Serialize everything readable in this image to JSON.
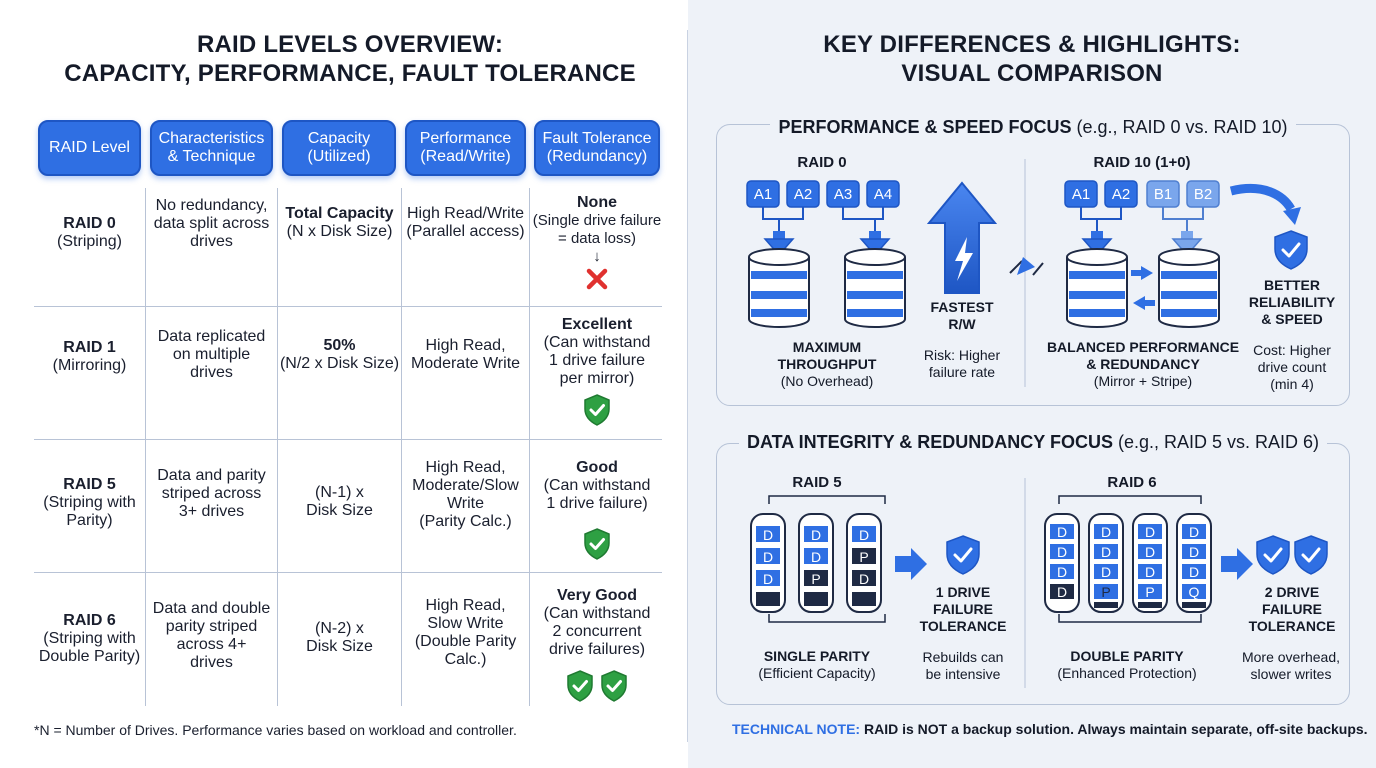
{
  "left": {
    "title_line1": "RAID LEVELS OVERVIEW:",
    "title_line2": "CAPACITY, PERFORMANCE, FAULT TOLERANCE",
    "headers": [
      [
        "RAID Level"
      ],
      [
        "Characteristics",
        "& Technique"
      ],
      [
        "Capacity",
        "(Utilized)"
      ],
      [
        "Performance",
        "(Read/Write)"
      ],
      [
        "Fault Tolerance",
        "(Redundancy)"
      ]
    ],
    "rows": [
      {
        "level": [
          "RAID 0",
          "(Striping)"
        ],
        "characteristics": [
          "No redundancy,",
          "data split across",
          "drives"
        ],
        "capacity_bold": "Total Capacity",
        "capacity": [
          "(N x Disk Size)"
        ],
        "performance": [
          "High Read/Write",
          "(Parallel access)"
        ],
        "fault_bold": "None",
        "fault": [
          "(Single drive failure",
          "= data loss)"
        ],
        "fault_arrow": "↓"
      },
      {
        "level": [
          "RAID 1",
          "(Mirroring)"
        ],
        "characteristics": [
          "Data replicated",
          "on multiple",
          "drives"
        ],
        "capacity_bold": "50%",
        "capacity": [
          "(N/2 x Disk Size)"
        ],
        "performance": [
          "High Read,",
          "Moderate Write"
        ],
        "fault_bold": "Excellent",
        "fault": [
          "(Can withstand",
          "1 drive failure",
          "per mirror)"
        ]
      },
      {
        "level": [
          "RAID 5",
          "(Striping with",
          "Parity)"
        ],
        "characteristics": [
          "Data and parity",
          "striped across",
          "3+ drives"
        ],
        "capacity_bold": "",
        "capacity": [
          "(N-1) x",
          "Disk Size"
        ],
        "performance": [
          "High Read,",
          "Moderate/Slow",
          "Write",
          "(Parity Calc.)"
        ],
        "fault_bold": "Good",
        "fault": [
          "(Can withstand",
          "1 drive failure)"
        ]
      },
      {
        "level": [
          "RAID 6",
          "(Striping with",
          "Double Parity)"
        ],
        "characteristics": [
          "Data and double",
          "parity striped",
          "across 4+",
          "drives"
        ],
        "capacity_bold": "",
        "capacity": [
          "(N-2) x",
          "Disk Size"
        ],
        "performance": [
          "High Read,",
          "Slow Write",
          "(Double Parity",
          "Calc.)"
        ],
        "fault_bold": "Very Good",
        "fault": [
          "(Can withstand",
          "2 concurrent",
          "drive failures)"
        ]
      }
    ],
    "footnote": "*N = Number of Drives. Performance varies based on workload and controller."
  },
  "right": {
    "title_line1": "KEY DIFFERENCES & HIGHLIGHTS:",
    "title_line2": "VISUAL COMPARISON",
    "perf": {
      "title_bold": "PERFORMANCE & SPEED FOCUS",
      "title_rest": " (e.g., RAID 0 vs. RAID 10)",
      "raid0_label": "RAID 0",
      "raid0_blocks": [
        "A1",
        "A2",
        "A3",
        "A4"
      ],
      "raid0_caption_bold": [
        "MAXIMUM",
        "THROUGHPUT"
      ],
      "raid0_caption": "(No Overhead)",
      "fastest": [
        "FASTEST",
        "R/W"
      ],
      "risk": [
        "Risk: Higher",
        "failure rate"
      ],
      "raid10_label": "RAID 10 (1+0)",
      "raid10_blocks": [
        "A1",
        "A2",
        "B1",
        "B2"
      ],
      "raid10_caption_bold": [
        "BALANCED PERFORMANCE",
        "& REDUNDANCY"
      ],
      "raid10_caption": "(Mirror + Stripe)",
      "better": [
        "BETTER",
        "RELIABILITY",
        "& SPEED"
      ],
      "cost": [
        "Cost: Higher",
        "drive count",
        "(min 4)"
      ]
    },
    "integrity": {
      "title_bold": "DATA INTEGRITY & REDUNDANCY FOCUS",
      "title_rest": " (e.g., RAID 5 vs. RAID 6)",
      "raid5_label": "RAID 5",
      "raid5_disks": [
        [
          "D",
          "D",
          "D"
        ],
        [
          "D",
          "D",
          "P"
        ],
        [
          "D",
          "P",
          "D"
        ]
      ],
      "raid5_caption_bold": "SINGLE PARITY",
      "raid5_caption": "(Efficient Capacity)",
      "one_drive": [
        "1 DRIVE",
        "FAILURE",
        "TOLERANCE"
      ],
      "rebuild": [
        "Rebuilds can",
        "be intensive"
      ],
      "raid6_label": "RAID 6",
      "raid6_disks": [
        [
          "D",
          "D",
          "D",
          "D"
        ],
        [
          "D",
          "D",
          "D",
          "P"
        ],
        [
          "D",
          "D",
          "D",
          "P"
        ],
        [
          "D",
          "D",
          "D",
          "Q"
        ]
      ],
      "raid6_caption_bold": "DOUBLE PARITY",
      "raid6_caption": "(Enhanced Protection)",
      "two_drive": [
        "2 DRIVE",
        "FAILURE",
        "TOLERANCE"
      ],
      "overhead": [
        "More overhead,",
        "slower writes"
      ]
    },
    "tech_key": "TECHNICAL NOTE:",
    "tech_text": " RAID is NOT a backup solution. Always maintain separate, off-site backups."
  },
  "colors": {
    "accent": "#2f6fe3",
    "accent_dark": "#1e56c4",
    "light_block": "#7aa6ec",
    "green": "#2ea043",
    "red": "#e0312f",
    "disk_dark": "#1f2a44"
  }
}
